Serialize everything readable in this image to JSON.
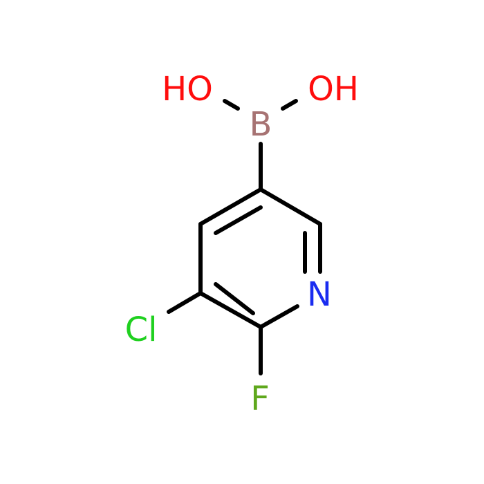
{
  "colors": {
    "background": "#ffffff",
    "bond": "#000000",
    "oxygen": "#ff0d0d",
    "boron": "#a77373",
    "nitrogen": "#1a2cf0",
    "chlorine": "#1fd01f",
    "fluorine": "#5fa81d"
  },
  "atoms": {
    "ho_left": "HO",
    "oh_right": "OH",
    "boron": "B",
    "nitrogen": "N",
    "chlorine": "Cl",
    "fluorine": "F"
  }
}
